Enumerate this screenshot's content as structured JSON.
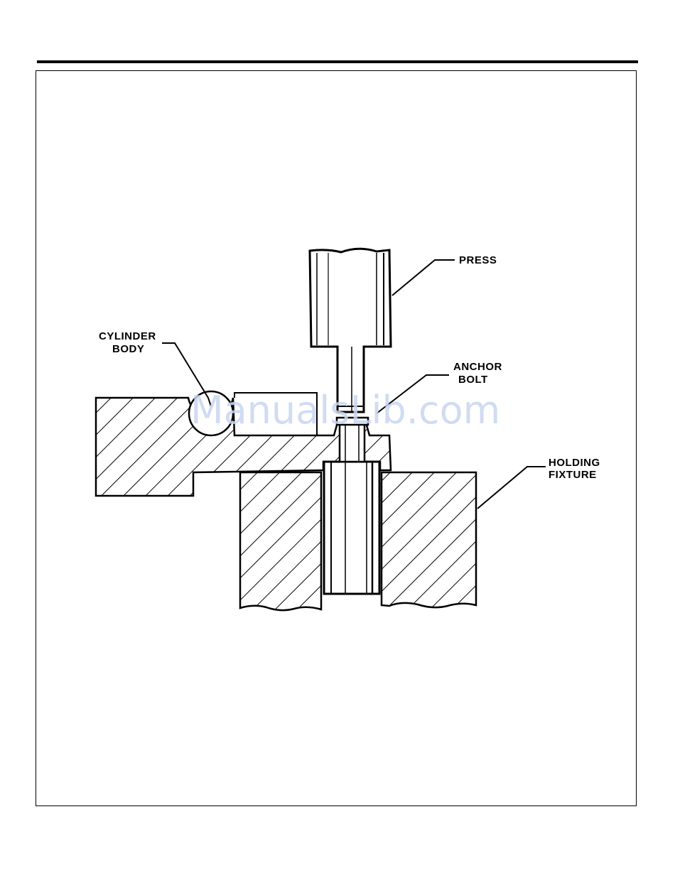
{
  "labels": {
    "press": "PRESS",
    "anchor_bolt": [
      "ANCHOR",
      "BOLT"
    ],
    "cylinder_body": [
      "CYLINDER",
      "BODY"
    ],
    "holding_fixture": [
      "HOLDING",
      "FIXTURE"
    ]
  },
  "watermark": "ManualsLib.com",
  "colors": {
    "ink": "#000000",
    "paper": "#ffffff",
    "watermark": "#c9d6f0"
  }
}
